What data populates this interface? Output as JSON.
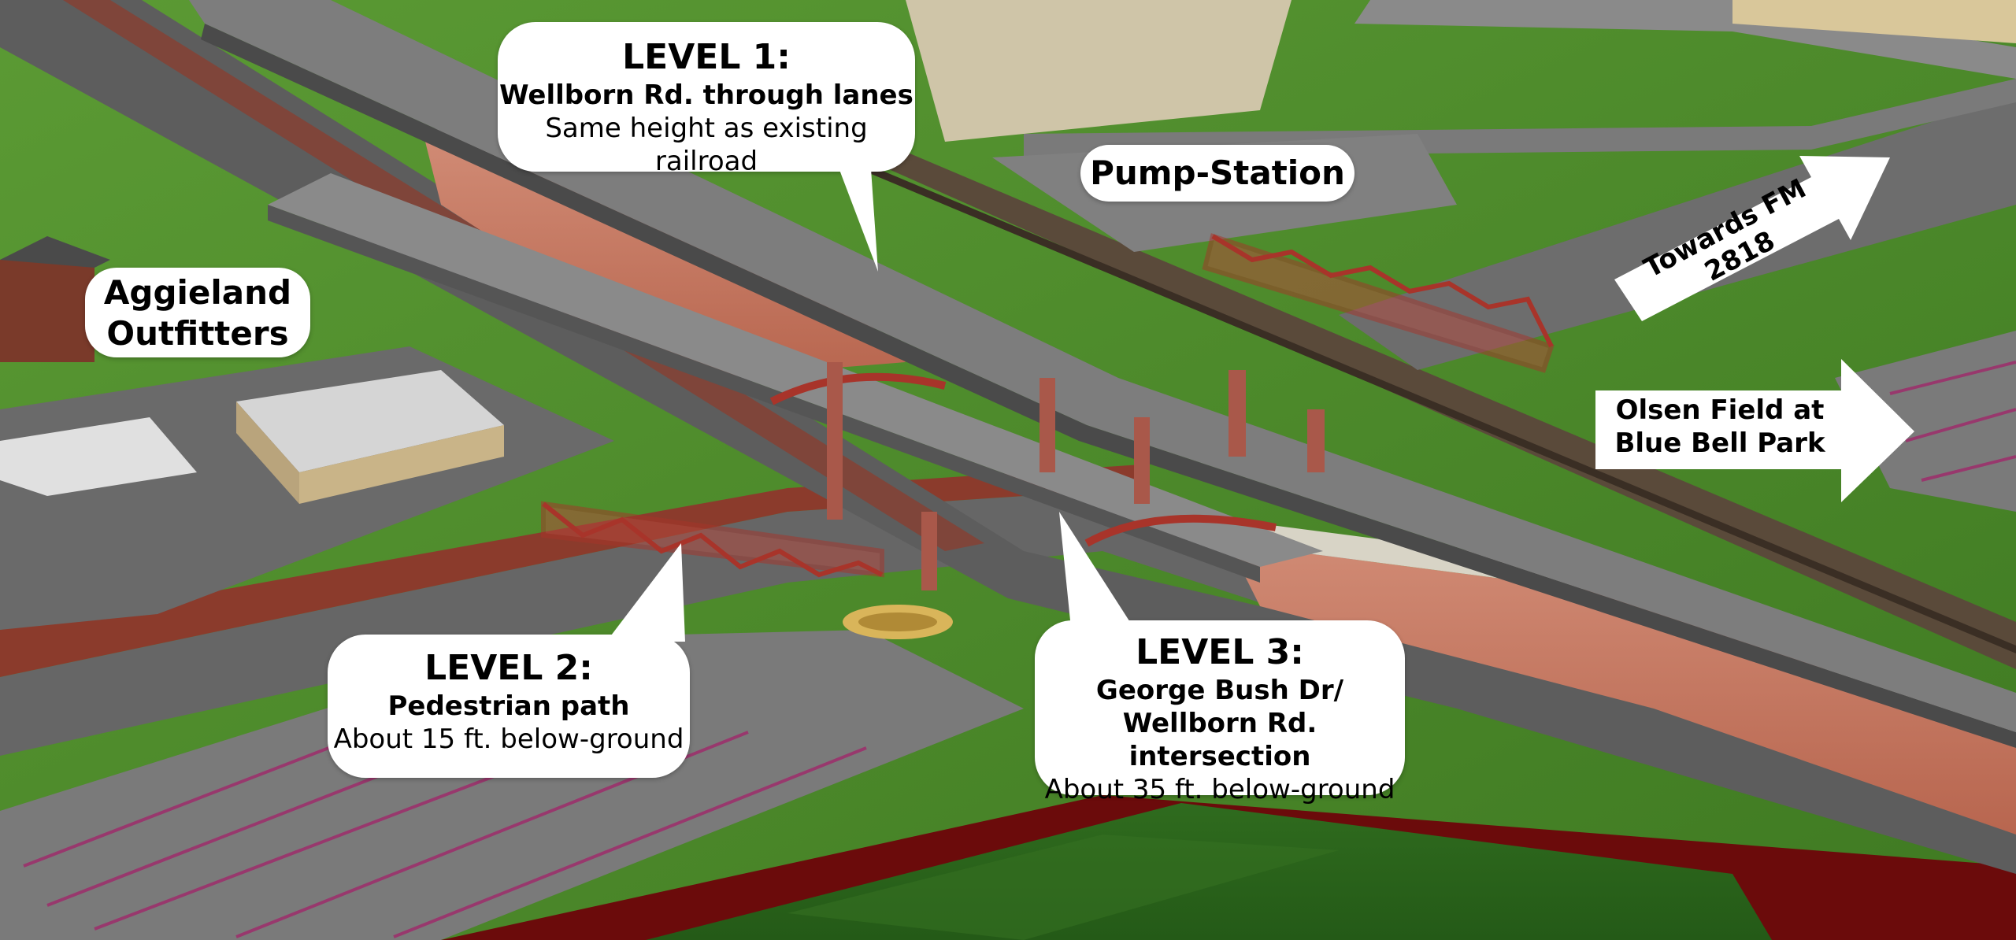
{
  "callouts": {
    "level1": {
      "title": "LEVEL 1:",
      "subtitle": "Wellborn Rd. through lanes",
      "detail": "Same height as existing railroad"
    },
    "level2": {
      "title": "LEVEL 2:",
      "subtitle": "Pedestrian path",
      "detail": "About 15 ft. below-ground"
    },
    "level3": {
      "title": "LEVEL 3:",
      "subtitle_line1": "George Bush Dr/",
      "subtitle_line2": "Wellborn Rd. intersection",
      "detail": "About 35 ft. below-ground"
    }
  },
  "labels": {
    "pump_station": "Pump-Station",
    "aggieland_line1": "Aggieland",
    "aggieland_line2": "Outfitters",
    "towards": "Towards FM 2818",
    "olsen_line1": "Olsen Field at",
    "olsen_line2": "Blue Bell Park"
  },
  "colors": {
    "grass": "#4e8a2c",
    "road": "#6b6b6b",
    "retaining_wall": "#c87a66",
    "stadium_wall": "#7a0c0c",
    "bridge_truss": "#a8342a"
  }
}
